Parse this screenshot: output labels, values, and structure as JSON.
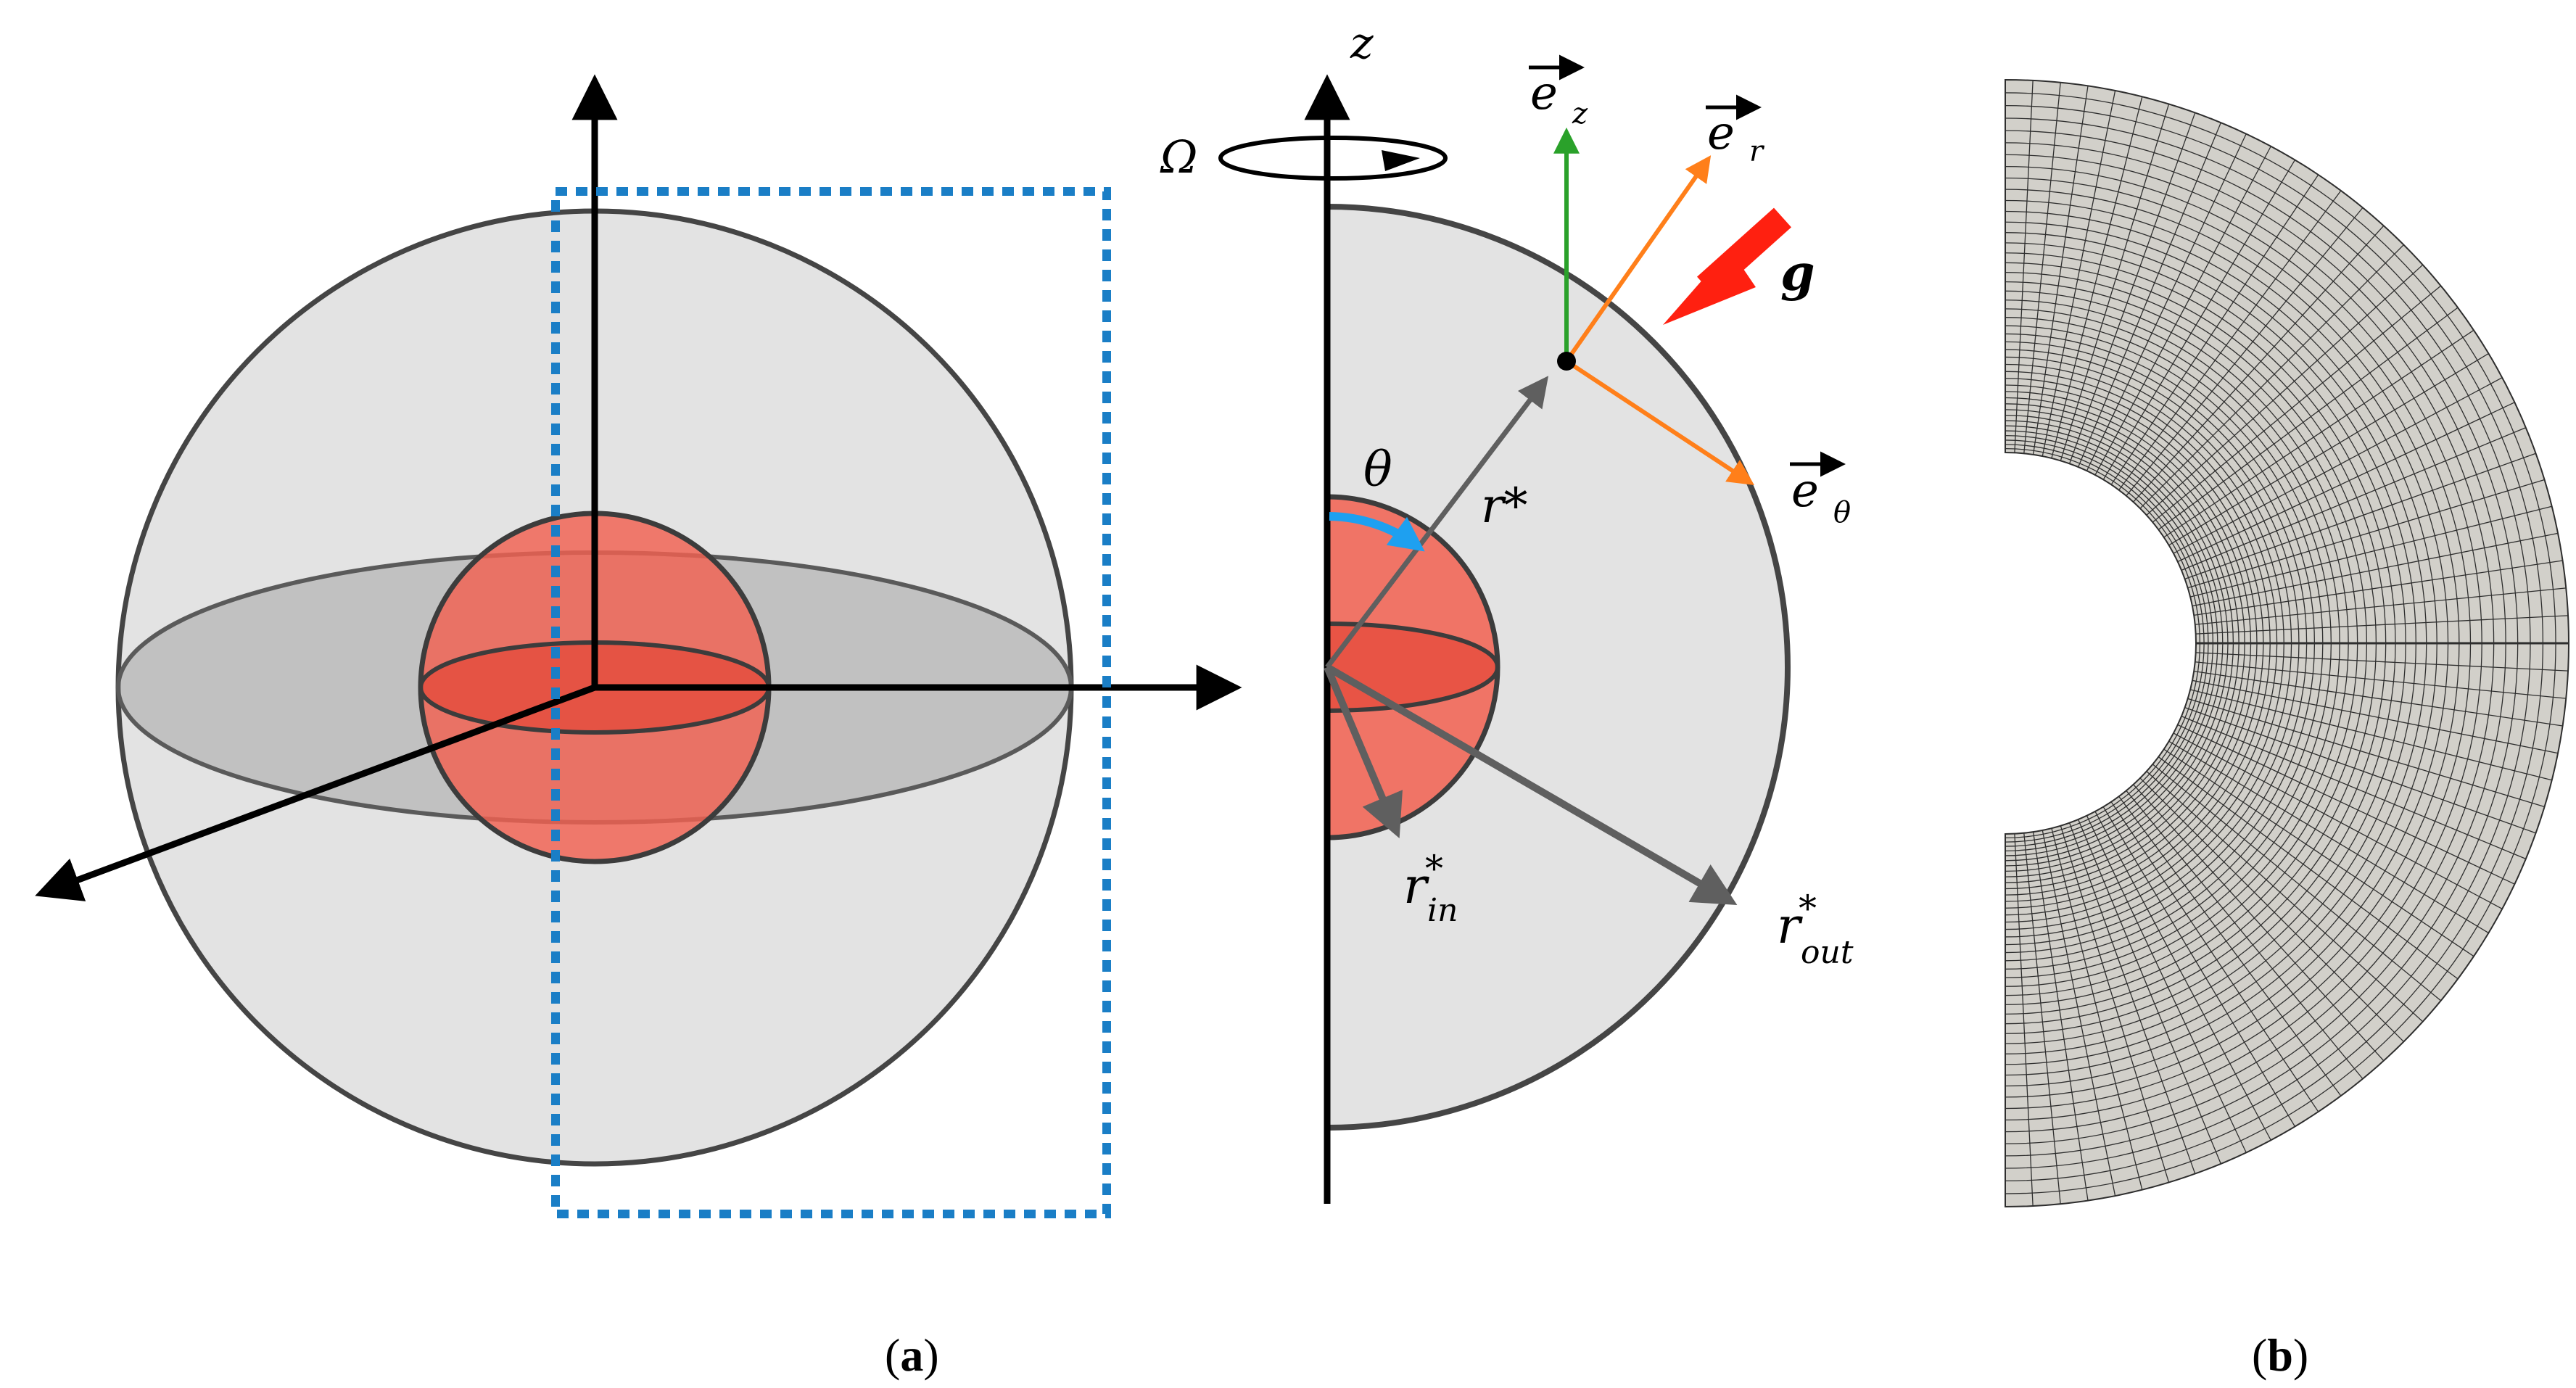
{
  "colors": {
    "shell_fill": "#e3e3e3",
    "shell_stroke": "#454545",
    "core_fill": "#f26050",
    "core_stroke": "#3c3c3c",
    "equator_fill": "#a5a5a5",
    "axis": "#000000",
    "selection_box": "#1a7ec6",
    "radius_arrow": "#5f5f5f",
    "ez_vector": "#2aa12a",
    "er_vector": "#ff7f1a",
    "gravity_arrow": "#ff2010",
    "theta_arc": "#1ea0f0",
    "mesh_fill": "#d2d0ca",
    "mesh_line": "#2e2e2e"
  },
  "labels": {
    "z": "z",
    "omega": "Ω",
    "ez": "e",
    "ez_sub": "z",
    "er": "e",
    "er_sub": "r",
    "etheta": "e",
    "etheta_sub": "θ",
    "g": "g",
    "theta": "θ",
    "r_star": "r*",
    "r_in": "r",
    "r_in_sup": "*",
    "r_in_sub": "in",
    "r_out": "r",
    "r_out_sup": "*",
    "r_out_sub": "out"
  },
  "captions": {
    "a_open": "(",
    "a_letter": "a",
    "a_close": ")",
    "b_open": "(",
    "b_letter": "b",
    "b_close": ")"
  },
  "mesh": {
    "radial_cells": 44,
    "angular_cells": 64
  }
}
